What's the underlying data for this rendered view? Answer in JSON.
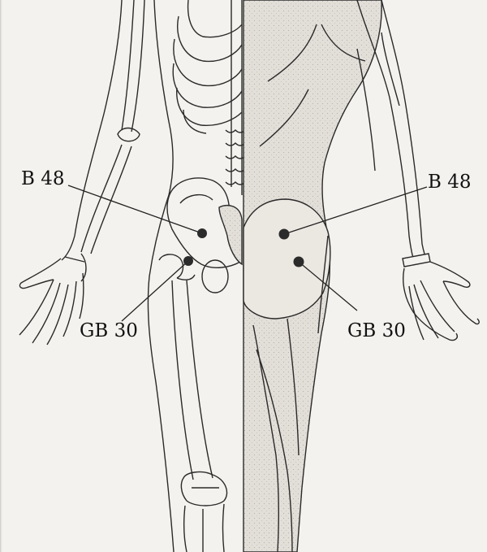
{
  "labels": {
    "b48_left": "B 48",
    "b48_right": "B 48",
    "gb30_left": "GB 30",
    "gb30_right": "GB 30"
  },
  "colors": {
    "ink": "#2a2a2a",
    "point": "#2b2b2b",
    "paper": "#f4f2ee",
    "muscle_shade": "#dedad4"
  }
}
